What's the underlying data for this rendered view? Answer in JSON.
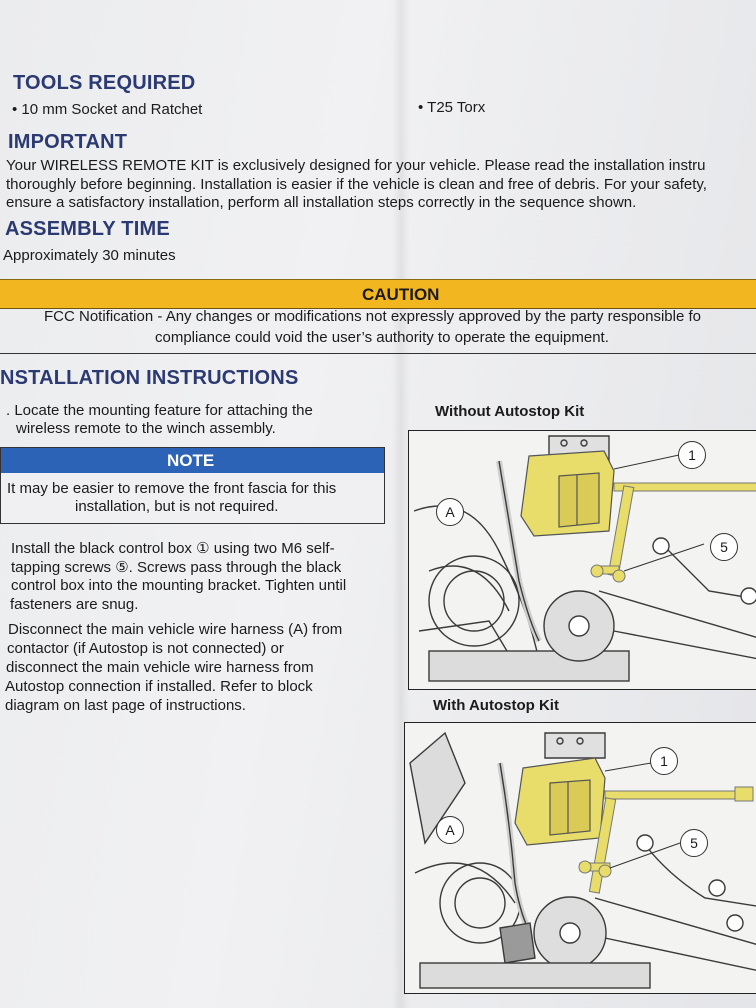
{
  "tools": {
    "heading": "TOOLS REQUIRED",
    "items": [
      "10 mm Socket and Ratchet",
      "T25 Torx"
    ]
  },
  "important": {
    "heading": "IMPORTANT",
    "lines": [
      "Your WIRELESS REMOTE KIT is exclusively designed for your vehicle. Please read the installation instru",
      "thoroughly before beginning. Installation is easier if the vehicle is clean and free of debris. For your safety,",
      "ensure a satisfactory installation, perform all installation steps correctly in the sequence shown."
    ]
  },
  "assembly": {
    "heading": "ASSEMBLY TIME",
    "text": "Approximately 30 minutes"
  },
  "caution": {
    "label": "CAUTION",
    "lines": [
      "FCC Notification - Any changes or modifications not expressly approved by the party responsible fo",
      "compliance could void the user’s authority to operate the equipment."
    ]
  },
  "instructions": {
    "heading": "NSTALLATION INSTRUCTIONS",
    "step1_lines": [
      ". Locate the mounting feature for attaching the",
      "wireless remote to the winch assembly."
    ],
    "note": {
      "label": "NOTE",
      "lines": [
        "It may be easier to remove the front fascia for this",
        "installation, but is not required."
      ]
    },
    "step2_lines": [
      "Install the black control box ① using two M6 self-",
      "tapping screws ⑤. Screws pass through the black",
      "control box into the mounting bracket. Tighten until",
      "fasteners are snug."
    ],
    "step3_lines": [
      "Disconnect the main vehicle wire harness (A) from",
      "contactor (if Autostop is not connected) or",
      "disconnect the main vehicle wire harness from",
      "Autostop connection if installed. Refer to block",
      "diagram on last page of instructions."
    ]
  },
  "figures": [
    {
      "title": "Without Autostop Kit",
      "callouts": [
        "1",
        "5",
        "A"
      ]
    },
    {
      "title": "With Autostop Kit",
      "callouts": [
        "1",
        "5",
        "A"
      ]
    }
  ],
  "colors": {
    "heading": "#2b3a72",
    "caution": "#f2b720",
    "note": "#2d63b7",
    "part_yellow": "#e8dc6a"
  }
}
